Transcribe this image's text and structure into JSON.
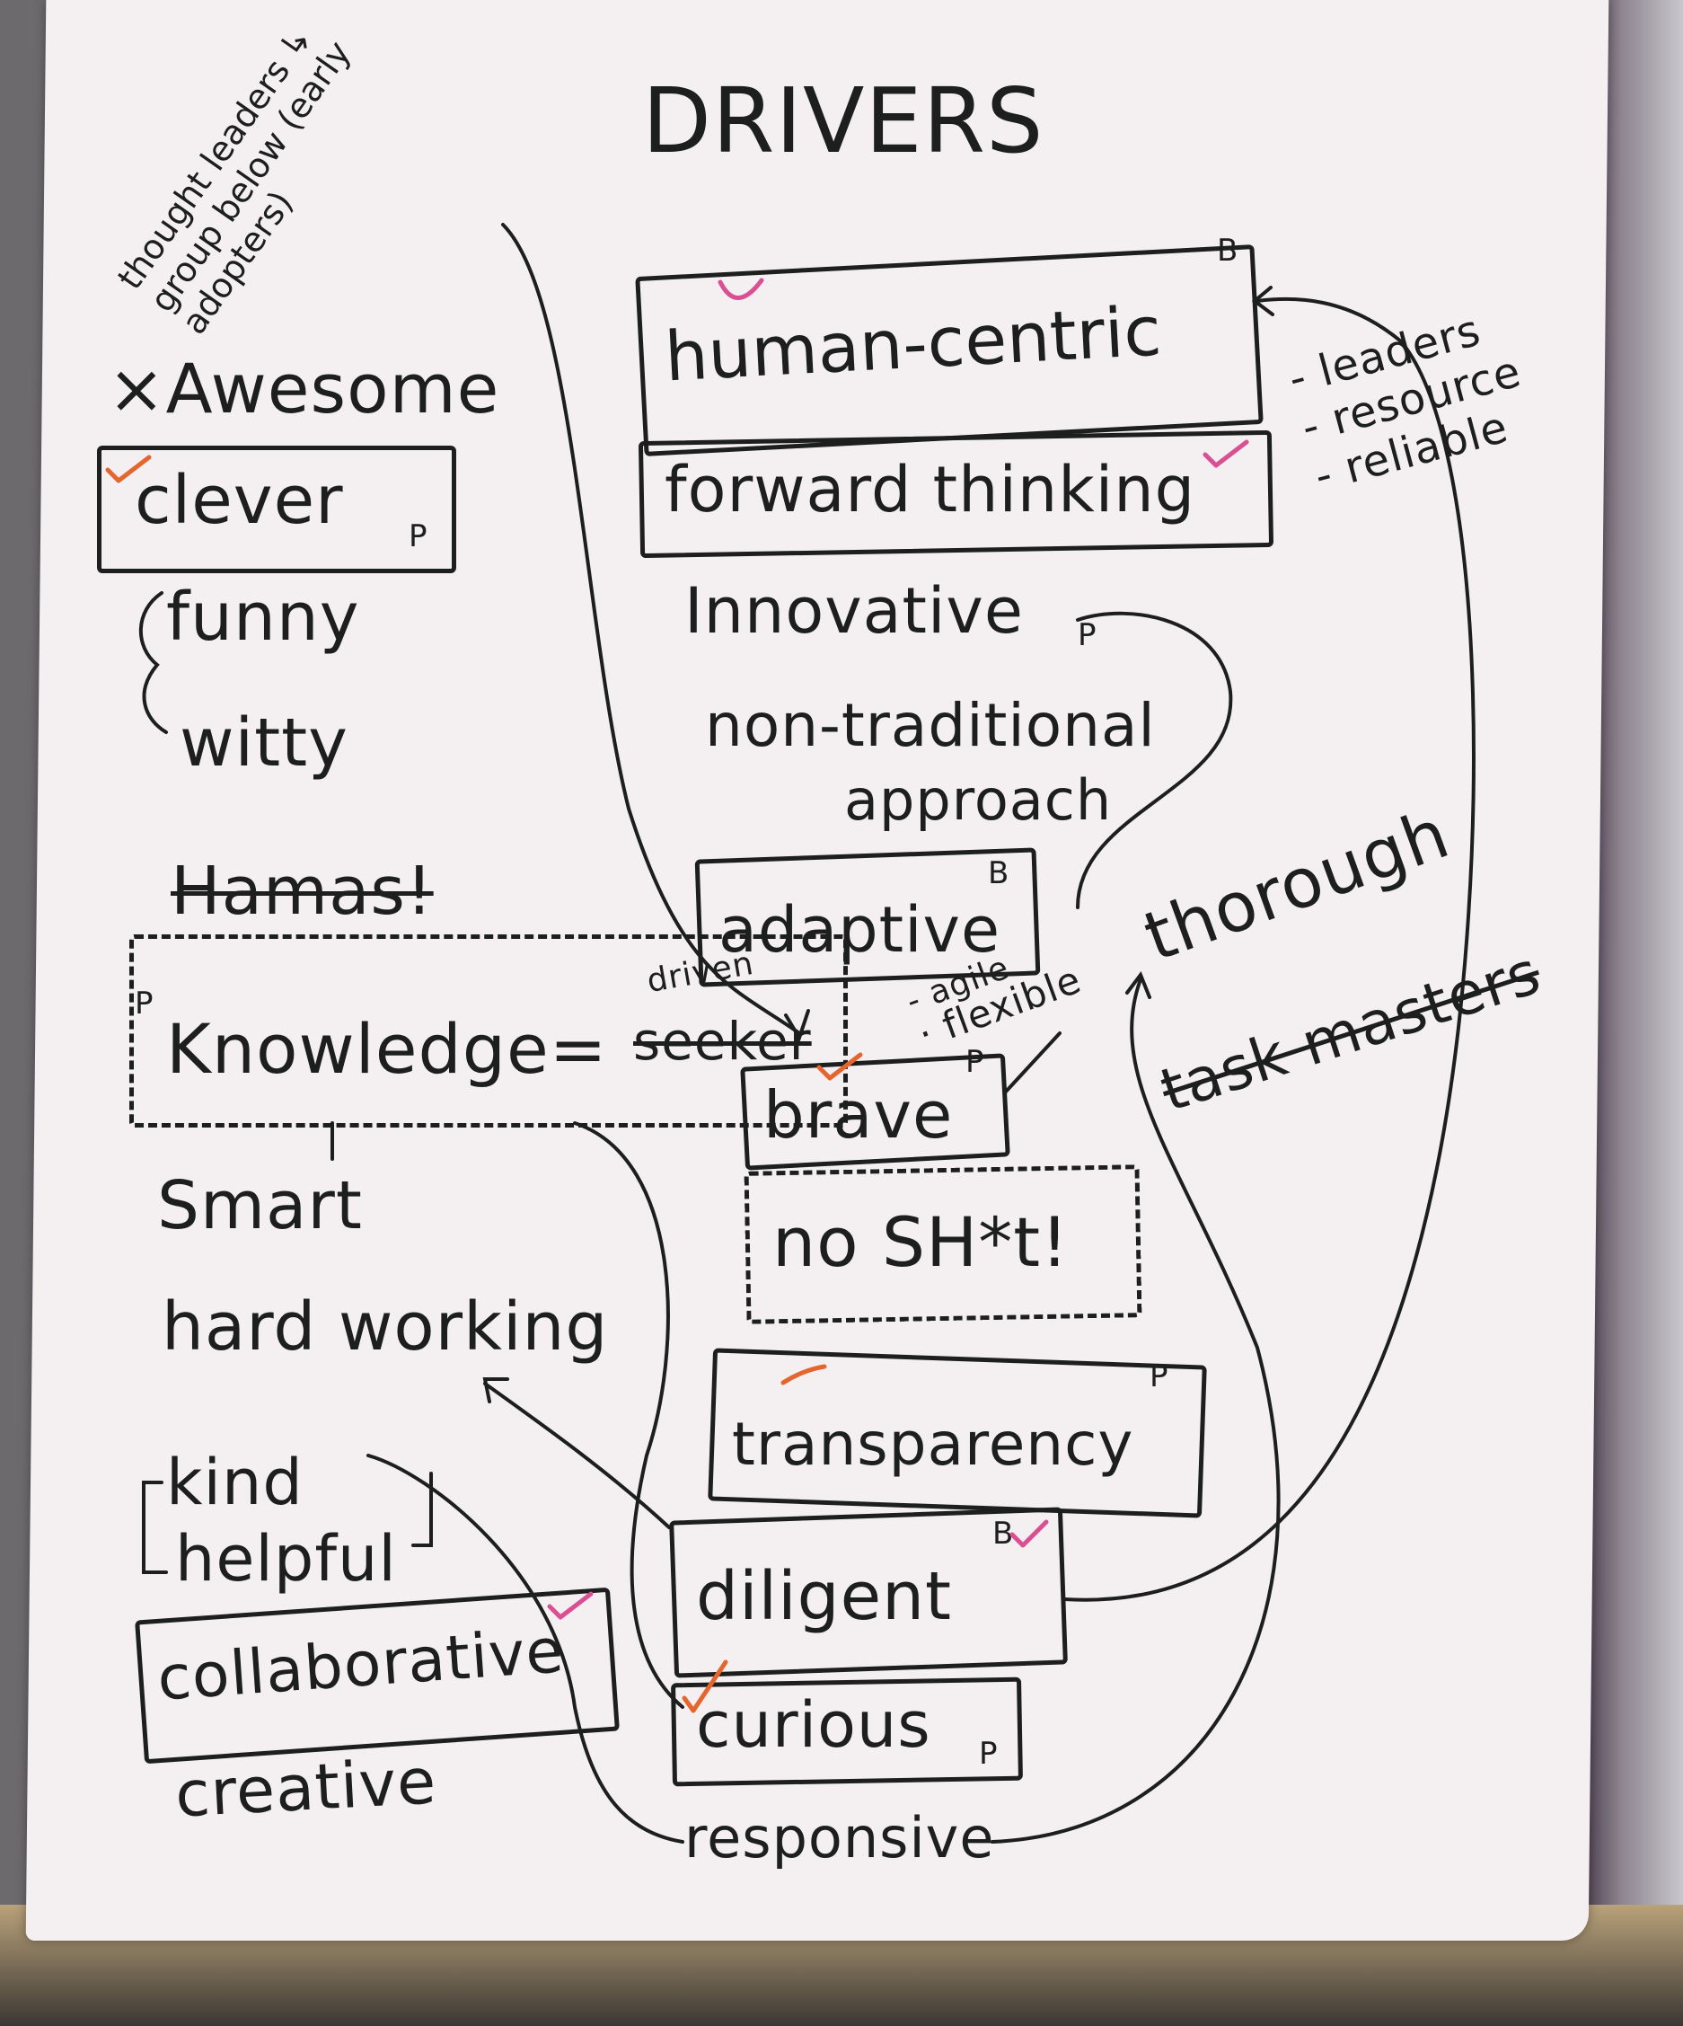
{
  "title": "DRIVERS",
  "note": "thought leaders ↳ group below (early adopters)",
  "left_column": {
    "awesome": "×Awesome",
    "clever": "clever",
    "clever_mark": "P",
    "funny": "funny",
    "witty": "witty",
    "hamas": "Hamas!",
    "knowledge": "Knowledge=",
    "driven": "driven",
    "seeker": "seeker",
    "knowledge_mark": "P",
    "smart": "Smart",
    "hard_working": "hard working",
    "kind": "kind",
    "helpful": "helpful",
    "collaborative": "collaborative",
    "creative": "creative"
  },
  "right_column": {
    "human_centric": "human-centric",
    "human_centric_mark": "B",
    "forward_thinking": "forward thinking",
    "side_notes": [
      "- leaders",
      "- resource",
      "- reliable"
    ],
    "innovative": "Innovative",
    "innovative_mark": "P",
    "non_traditional": "non-traditional",
    "approach": "approach",
    "adaptive": "adaptive",
    "adaptive_mark": "B",
    "adaptive_notes": [
      "- agile",
      "· flexible"
    ],
    "thorough": "thorough",
    "task_masters": "task masters",
    "brave": "brave",
    "brave_mark": "P",
    "no_sht": "no SH*t!",
    "transparency": "transparency",
    "transparency_mark": "P",
    "diligent": "diligent",
    "diligent_mark": "B",
    "curious": "curious",
    "curious_mark": "P",
    "responsive": "responsive"
  },
  "colors": {
    "ink": "#1c1f1e",
    "orange_check": "#e4662e",
    "pink_check": "#d94f91",
    "paper": "#f4eff1"
  }
}
